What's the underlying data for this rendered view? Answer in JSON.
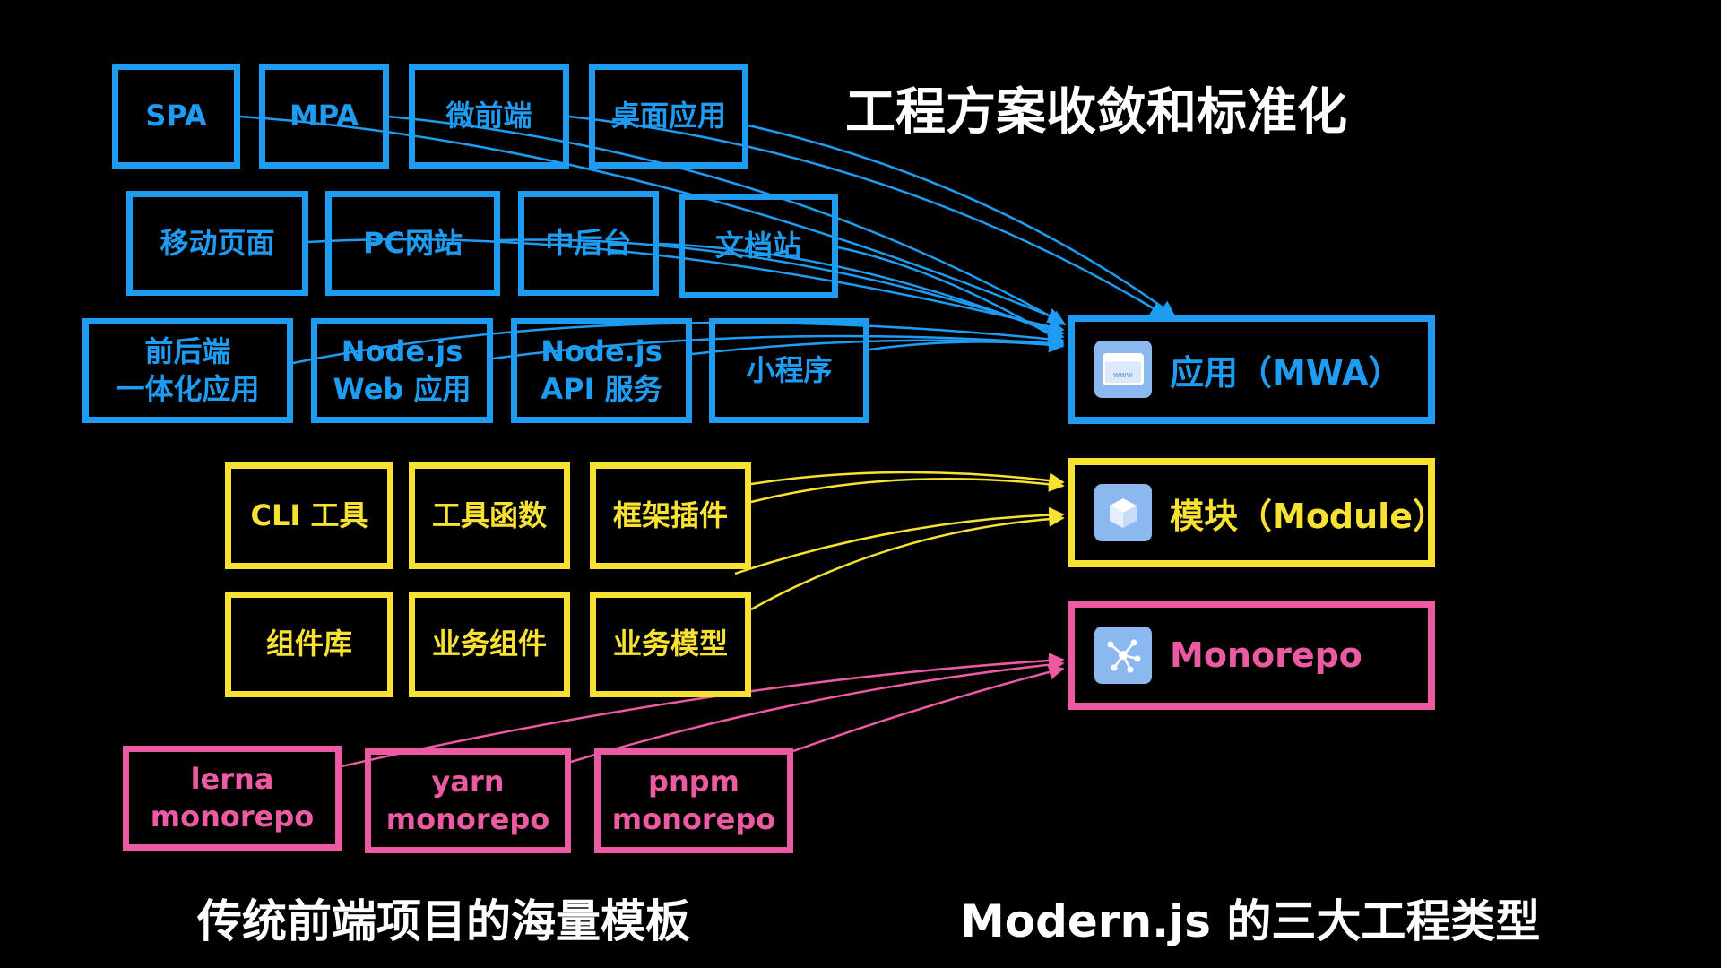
{
  "title": "工程方案收敛和标准化",
  "caption_left": "传统前端项目的海量模板",
  "caption_right": "Modern.js 的三大工程类型",
  "colors": {
    "app": "#1e9cf2",
    "module": "#f7e233",
    "monorepo": "#ec5aa4",
    "background": "#000000"
  },
  "app_templates": [
    "SPA",
    "MPA",
    "微前端",
    "桌面应用",
    "移动页面",
    "PC网站",
    "中后台",
    "文档站",
    "前后端\n一体化应用",
    "Node.js\nWeb 应用",
    "Node.js\nAPI 服务",
    "小程序"
  ],
  "module_templates": [
    "CLI 工具",
    "工具函数",
    "框架插件",
    "组件库",
    "业务组件",
    "业务模型"
  ],
  "monorepo_templates": [
    "lerna\nmonorepo",
    "yarn\nmonorepo",
    "pnpm\nmonorepo"
  ],
  "targets": {
    "app": {
      "label": "应用（MWA）",
      "icon": "web-window-icon"
    },
    "module": {
      "label": "模块（Module）",
      "icon": "cube-icon"
    },
    "monorepo": {
      "label": "Monorepo",
      "icon": "network-nodes-icon"
    }
  }
}
